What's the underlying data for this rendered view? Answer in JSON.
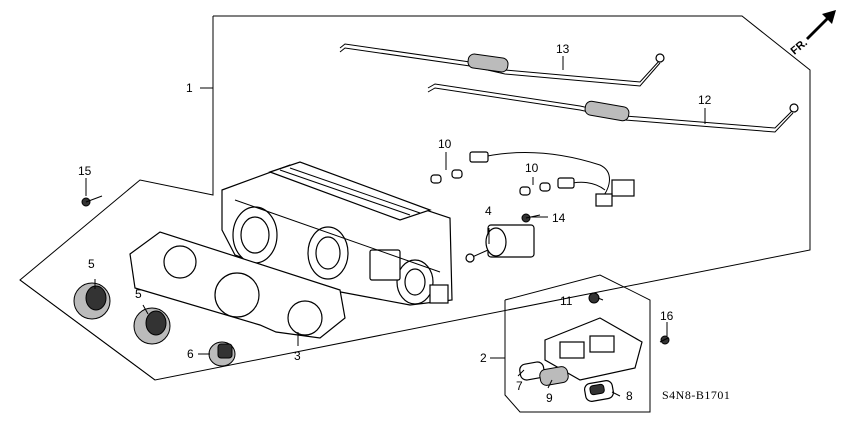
{
  "diagram_code": "S4N8-B1701",
  "direction_label": "FR.",
  "callouts": {
    "c1": "1",
    "c2": "2",
    "c3": "3",
    "c4": "4",
    "c5a": "5",
    "c5b": "5",
    "c6": "6",
    "c7": "7",
    "c8": "8",
    "c9": "9",
    "c10a": "10",
    "c10b": "10",
    "c11": "11",
    "c12": "12",
    "c13": "13",
    "c14": "14",
    "c15": "15",
    "c16": "16"
  }
}
